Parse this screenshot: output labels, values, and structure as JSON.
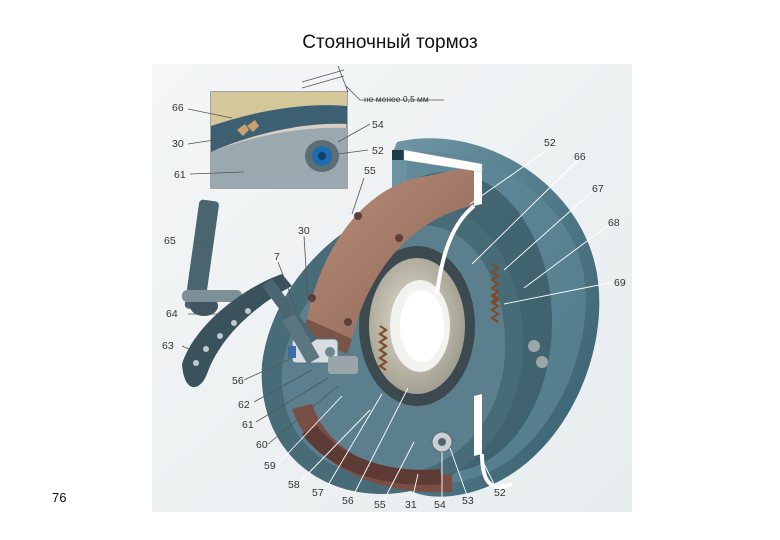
{
  "slide": {
    "title": "Стояночный тормоз",
    "page_number": "76"
  },
  "diagram": {
    "inset_note": "не менее 0,5 мм",
    "labels": {
      "l66_inset": "66",
      "l30_inset": "30",
      "l61_inset": "61",
      "l54_inset": "54",
      "l52_inset": "52",
      "l55": "55",
      "l65": "65",
      "l30": "30",
      "l7": "7",
      "l64": "64",
      "l63": "63",
      "l56_left": "56",
      "l62": "62",
      "l61": "61",
      "l60": "60",
      "l59": "59",
      "l58": "58",
      "l57": "57",
      "l56_bottom": "56",
      "l55_bottom": "55",
      "l31": "31",
      "l54_bottom": "54",
      "l53": "53",
      "l52_bottom": "52",
      "l52_top": "52",
      "l66_right": "66",
      "l67": "67",
      "l68": "68",
      "l69": "69"
    }
  }
}
